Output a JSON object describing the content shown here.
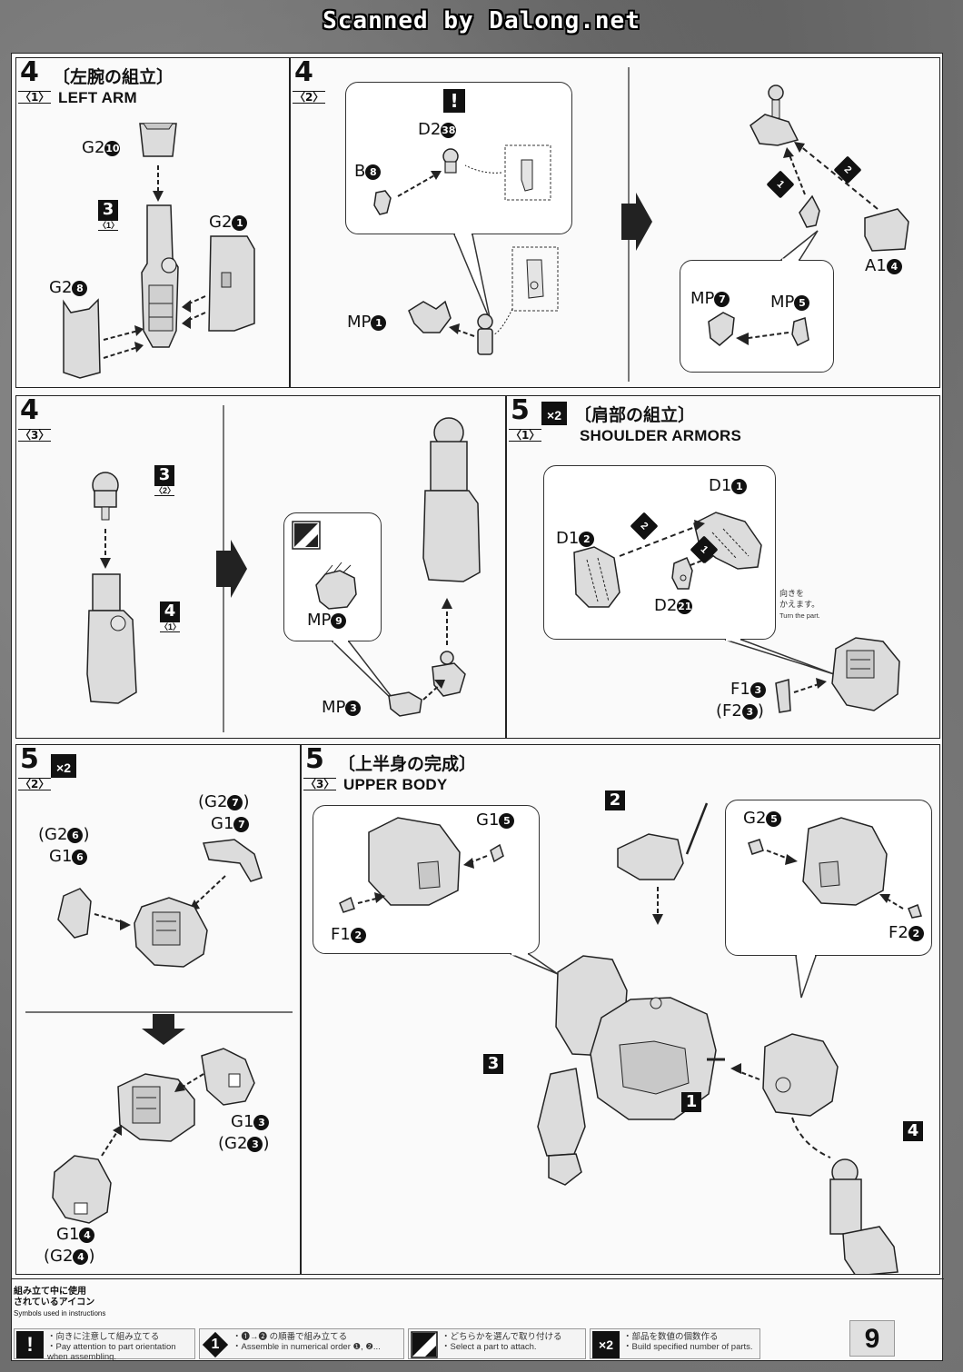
{
  "scan_credit": "Scanned by Dalong.net",
  "panels": {
    "p4_1": {
      "step": "4",
      "sub": "〈1〉",
      "title_jp": "〔左腕の組立〕",
      "title_en": "LEFT ARM",
      "labels": {
        "g2_10": "G2",
        "g2_10_n": "10",
        "g2_1": "G2",
        "g2_1_n": "1",
        "g2_8": "G2",
        "g2_8_n": "8",
        "ref_3": "3",
        "ref_3_sub": "〈1〉"
      }
    },
    "p4_2": {
      "step": "4",
      "sub": "〈2〉",
      "labels": {
        "attention": "!",
        "d2_38": "D2",
        "d2_38_n": "38",
        "b8": "B",
        "b8_n": "8",
        "mp1": "MP",
        "mp1_n": "1",
        "a1_4": "A1",
        "a1_4_n": "4",
        "mp7": "MP",
        "mp7_n": "7",
        "mp5": "MP",
        "mp5_n": "5",
        "seq1": "1",
        "seq2": "2"
      }
    },
    "p4_3": {
      "step": "4",
      "sub": "〈3〉",
      "labels": {
        "ref_3": "3",
        "ref_3_sub": "〈2〉",
        "ref_4": "4",
        "ref_4_sub": "〈1〉",
        "mp9": "MP",
        "mp9_n": "9",
        "mp3": "MP",
        "mp3_n": "3"
      }
    },
    "p5_1": {
      "step": "5",
      "sub": "〈1〉",
      "multiplier": "×2",
      "title_jp": "〔肩部の組立〕",
      "title_en": "SHOULDER ARMORS",
      "labels": {
        "d1_1": "D1",
        "d1_1_n": "1",
        "d1_2": "D1",
        "d1_2_n": "2",
        "d2_21": "D2",
        "d2_21_n": "21",
        "seq1": "1",
        "seq2": "2",
        "turn_jp1": "向きを",
        "turn_jp2": "かえます。",
        "turn_en": "Turn the part.",
        "f1_3": "F1",
        "f1_3_n": "3",
        "f2_3": "(F2",
        "f2_3_n": "3",
        "f2_3_close": ")"
      }
    },
    "p5_2": {
      "step": "5",
      "sub": "〈2〉",
      "multiplier": "×2",
      "labels": {
        "g2_7": "(G2",
        "g2_7_n": "7",
        "g1_7": "G1",
        "g1_7_n": "7",
        "g2_6": "(G2",
        "g2_6_n": "6",
        "g1_6": "G1",
        "g1_6_n": "6",
        "g1_3": "G1",
        "g1_3_n": "3",
        "g2_3": "(G2",
        "g2_3_n": "3",
        "g1_4": "G1",
        "g1_4_n": "4",
        "g2_4": "(G2",
        "g2_4_n": "4",
        "close": ")"
      }
    },
    "p5_3": {
      "step": "5",
      "sub": "〈3〉",
      "title_jp": "〔上半身の完成〕",
      "title_en": "UPPER BODY",
      "labels": {
        "g1_5": "G1",
        "g1_5_n": "5",
        "f1_2": "F1",
        "f1_2_n": "2",
        "g2_5": "G2",
        "g2_5_n": "5",
        "f2_2": "F2",
        "f2_2_n": "2",
        "ref_1": "1",
        "ref_2": "2",
        "ref_3": "3",
        "ref_4": "4"
      }
    }
  },
  "legend": {
    "title_jp1": "組み立て中に使用",
    "title_jp2": "されているアイコン",
    "title_en": "Symbols used in instructions",
    "items": [
      {
        "icon": "!",
        "jp": "・向きに注意して組み立てる",
        "en1": "・Pay attention to part orientation",
        "en2": "when assembling."
      },
      {
        "icon": "1",
        "jp": "・❶→❷ の順番で組み立てる",
        "en1": "・Assemble in numerical order ❶, ❷...",
        "en2": ""
      },
      {
        "icon": "choose",
        "jp": "・どちらかを選んで取り付ける",
        "en1": "・Select a part to attach.",
        "en2": ""
      },
      {
        "icon": "×2",
        "jp": "・部品を数値の個数作る",
        "en1": "・Build specified number of parts.",
        "en2": ""
      }
    ]
  },
  "page_number": "9",
  "colors": {
    "part_fill": "#dcdcdc",
    "line": "#222222",
    "paper": "#fafafa",
    "scan_bg": "#6e6e6e"
  }
}
